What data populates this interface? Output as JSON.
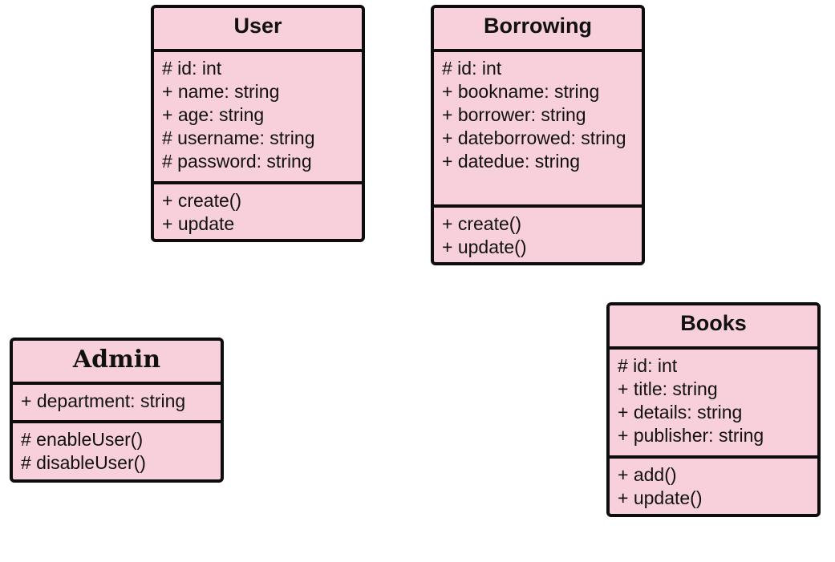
{
  "diagram": {
    "classes": [
      {
        "key": "user",
        "name": "User",
        "attributes": [
          "# id: int",
          "+ name: string",
          "+ age: string",
          "# username: string",
          "# password: string"
        ],
        "methods": [
          "+ create()",
          "+ update"
        ]
      },
      {
        "key": "borrowing",
        "name": "Borrowing",
        "attributes": [
          "# id: int",
          "+ bookname: string",
          "+ borrower: string",
          "+ dateborrowed: string",
          "+ datedue: string"
        ],
        "methods": [
          "+ create()",
          "+ update()"
        ]
      },
      {
        "key": "admin",
        "name": "Admin",
        "attributes": [
          "+ department: string"
        ],
        "methods": [
          "# enableUser()",
          "# disableUser()"
        ]
      },
      {
        "key": "books",
        "name": "Books",
        "attributes": [
          "# id: int",
          "+ title: string",
          "+ details: string",
          "+ publisher: string"
        ],
        "methods": [
          "+ add()",
          "+ update()"
        ]
      }
    ],
    "colors": {
      "box_fill": "#f8d0dc",
      "border": "#0d0d0d",
      "text": "#111111",
      "background": "#ffffff"
    }
  }
}
